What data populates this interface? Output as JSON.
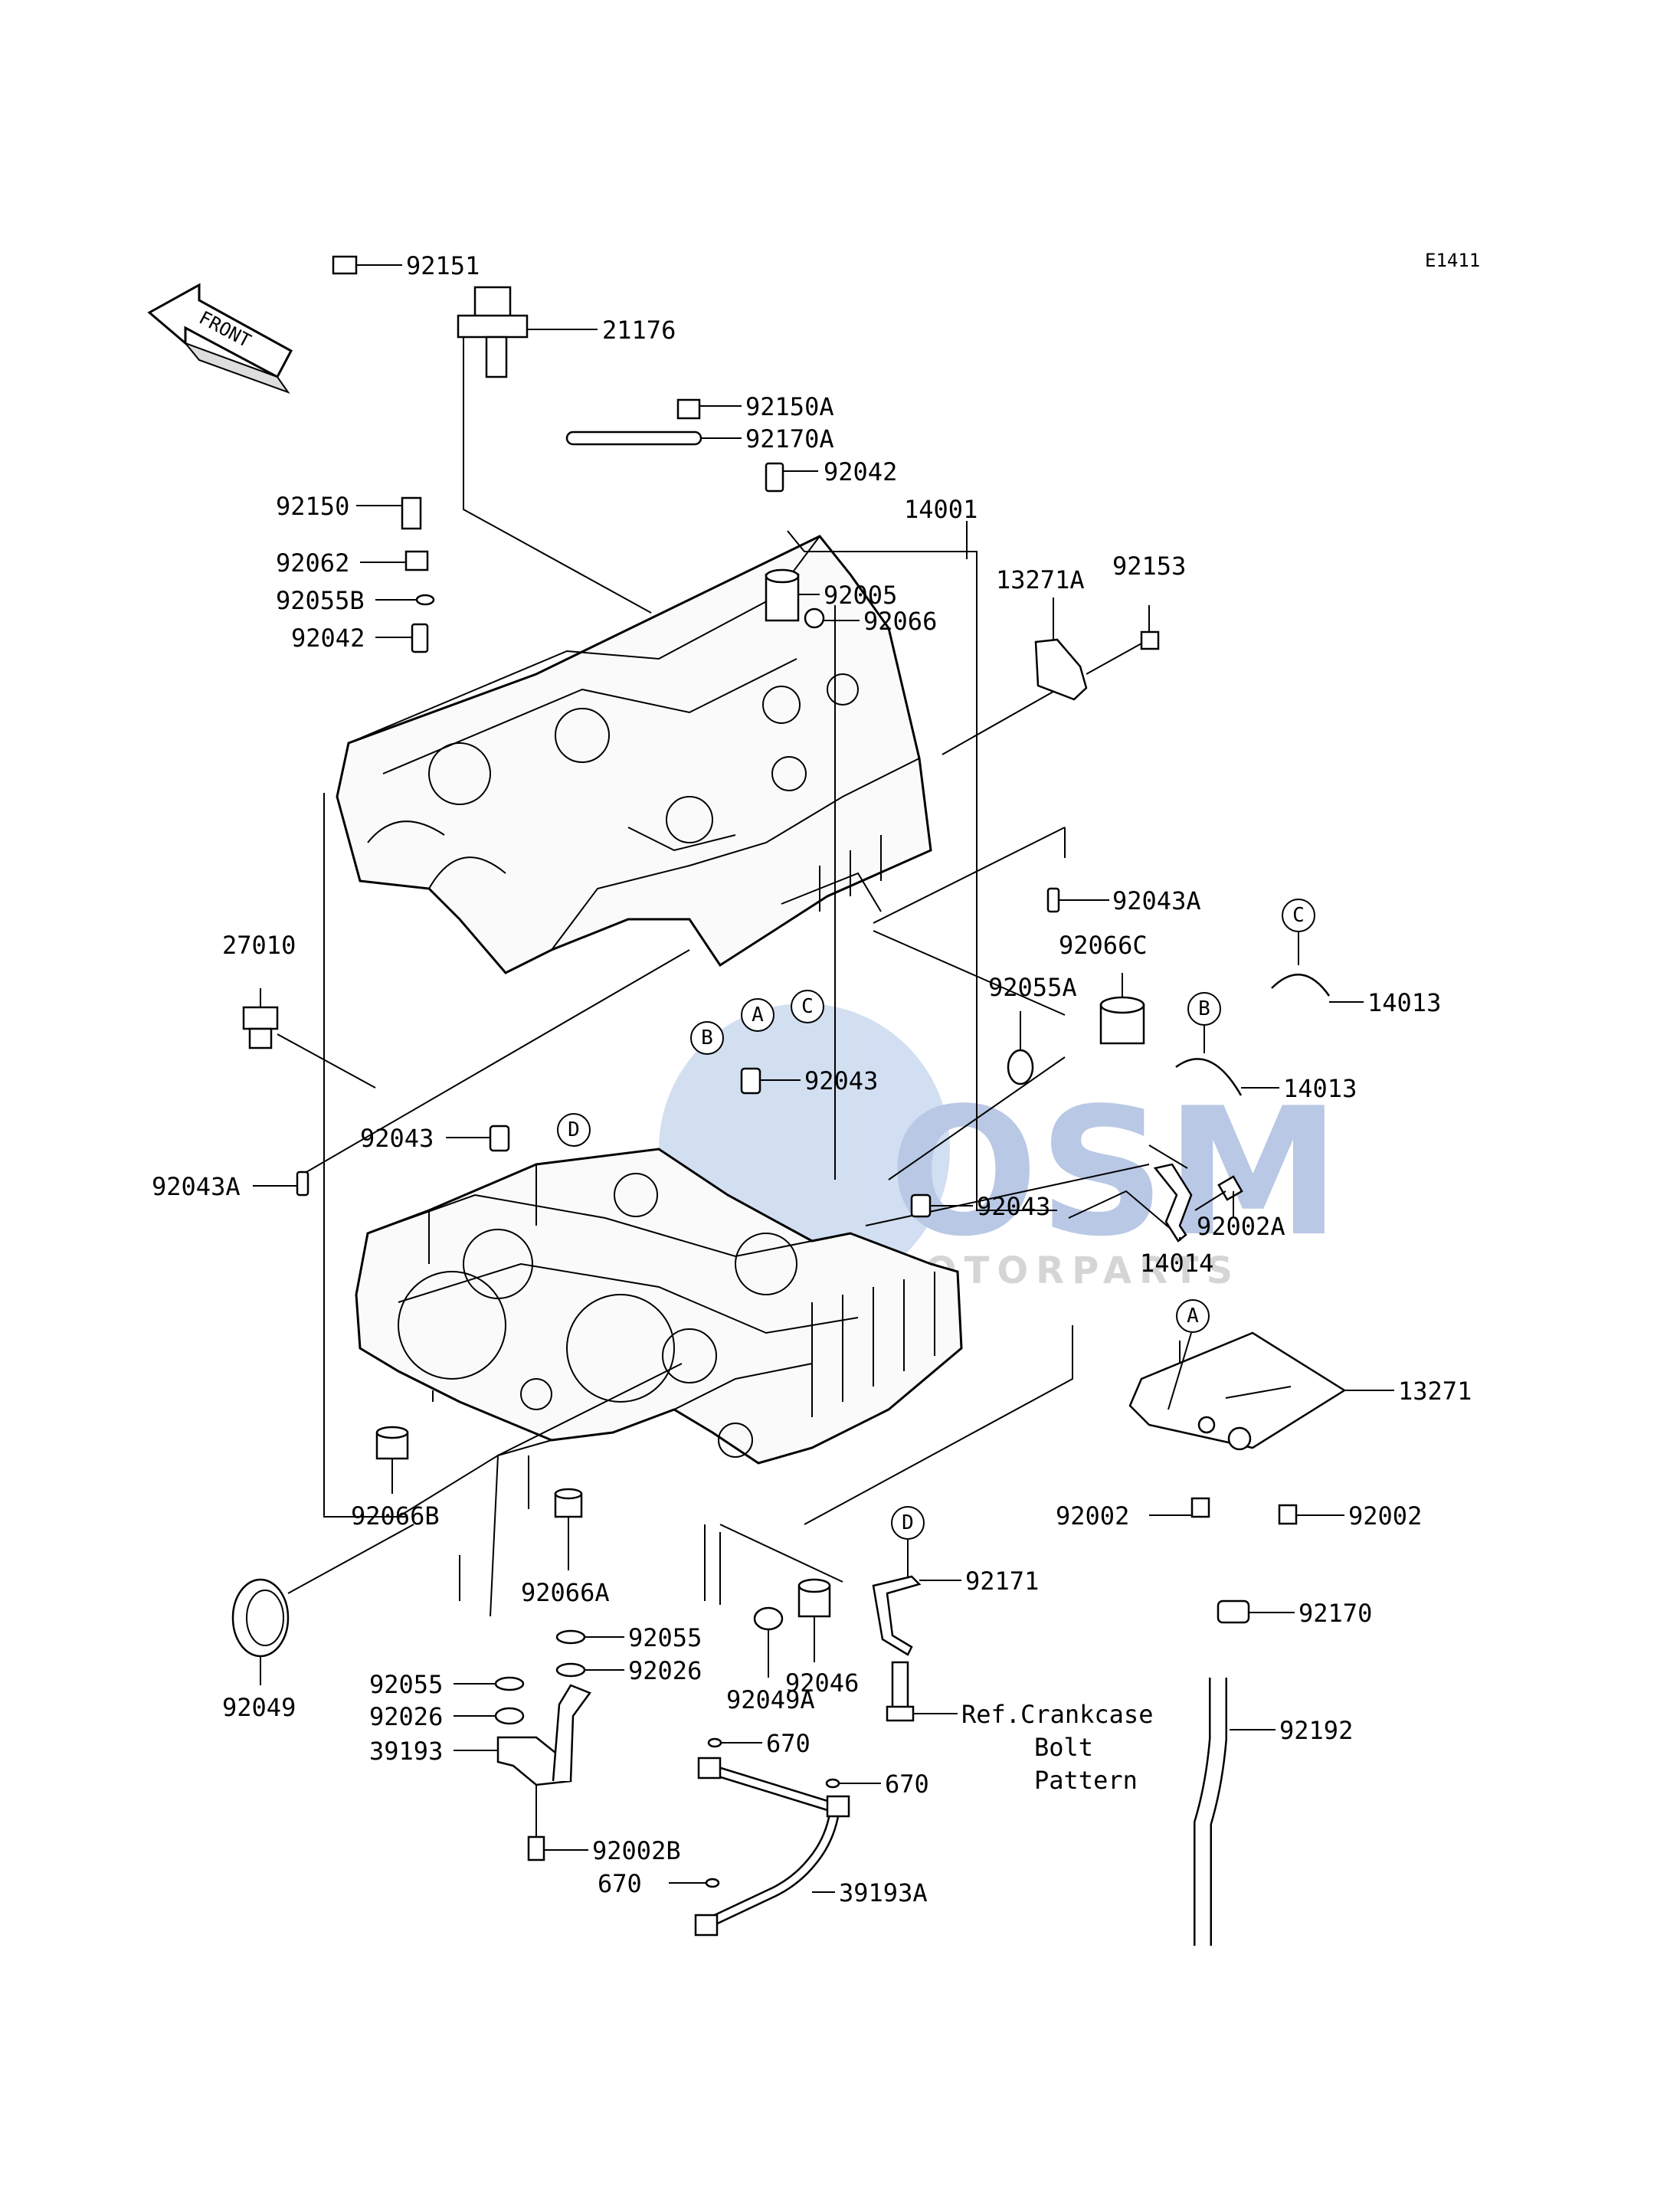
{
  "diagram_code": "E1411",
  "front_label": "FRONT",
  "watermark": {
    "logo": "OSM",
    "text": "MOTORPARTS",
    "color": "#3a63b3"
  },
  "ref_circles": [
    "A",
    "B",
    "C",
    "D"
  ],
  "parts": [
    {
      "id": "p-92151",
      "label": "92151"
    },
    {
      "id": "p-21176",
      "label": "21176"
    },
    {
      "id": "p-92150A",
      "label": "92150A"
    },
    {
      "id": "p-92170A",
      "label": "92170A"
    },
    {
      "id": "p-92042-top",
      "label": "92042"
    },
    {
      "id": "p-14001",
      "label": "14001"
    },
    {
      "id": "p-92150",
      "label": "92150"
    },
    {
      "id": "p-92062",
      "label": "92062"
    },
    {
      "id": "p-92055B",
      "label": "92055B"
    },
    {
      "id": "p-92042-left",
      "label": "92042"
    },
    {
      "id": "p-92005",
      "label": "92005"
    },
    {
      "id": "p-92066",
      "label": "92066"
    },
    {
      "id": "p-13271A",
      "label": "13271A"
    },
    {
      "id": "p-92153",
      "label": "92153"
    },
    {
      "id": "p-92043A-right",
      "label": "92043A"
    },
    {
      "id": "p-27010",
      "label": "27010"
    },
    {
      "id": "p-92066C",
      "label": "92066C"
    },
    {
      "id": "p-92055A",
      "label": "92055A"
    },
    {
      "id": "p-14013-c",
      "label": "14013"
    },
    {
      "id": "p-14013-b",
      "label": "14013"
    },
    {
      "id": "p-92043-mid",
      "label": "92043"
    },
    {
      "id": "p-92043-left",
      "label": "92043"
    },
    {
      "id": "p-92043A-left",
      "label": "92043A"
    },
    {
      "id": "p-92043-right",
      "label": "92043"
    },
    {
      "id": "p-92002A",
      "label": "92002A"
    },
    {
      "id": "p-14014",
      "label": "14014"
    },
    {
      "id": "p-13271",
      "label": "13271"
    },
    {
      "id": "p-92066B",
      "label": "92066B"
    },
    {
      "id": "p-92066A",
      "label": "92066A"
    },
    {
      "id": "p-92002-left",
      "label": "92002"
    },
    {
      "id": "p-92002-right",
      "label": "92002"
    },
    {
      "id": "p-92171",
      "label": "92171"
    },
    {
      "id": "p-92170",
      "label": "92170"
    },
    {
      "id": "p-92049",
      "label": "92049"
    },
    {
      "id": "p-92055-upper",
      "label": "92055"
    },
    {
      "id": "p-92026-upper",
      "label": "92026"
    },
    {
      "id": "p-92046",
      "label": "92046"
    },
    {
      "id": "p-92049A",
      "label": "92049A"
    },
    {
      "id": "p-92055-left",
      "label": "92055"
    },
    {
      "id": "p-92026-left",
      "label": "92026"
    },
    {
      "id": "p-39193",
      "label": "39193"
    },
    {
      "id": "p-670-a",
      "label": "670"
    },
    {
      "id": "p-670-b",
      "label": "670"
    },
    {
      "id": "p-92192",
      "label": "92192"
    },
    {
      "id": "p-92002B",
      "label": "92002B"
    },
    {
      "id": "p-670-c",
      "label": "670"
    },
    {
      "id": "p-39193A",
      "label": "39193A"
    }
  ],
  "reference_note": [
    "Ref.Crankcase",
    "Bolt",
    "Pattern"
  ]
}
